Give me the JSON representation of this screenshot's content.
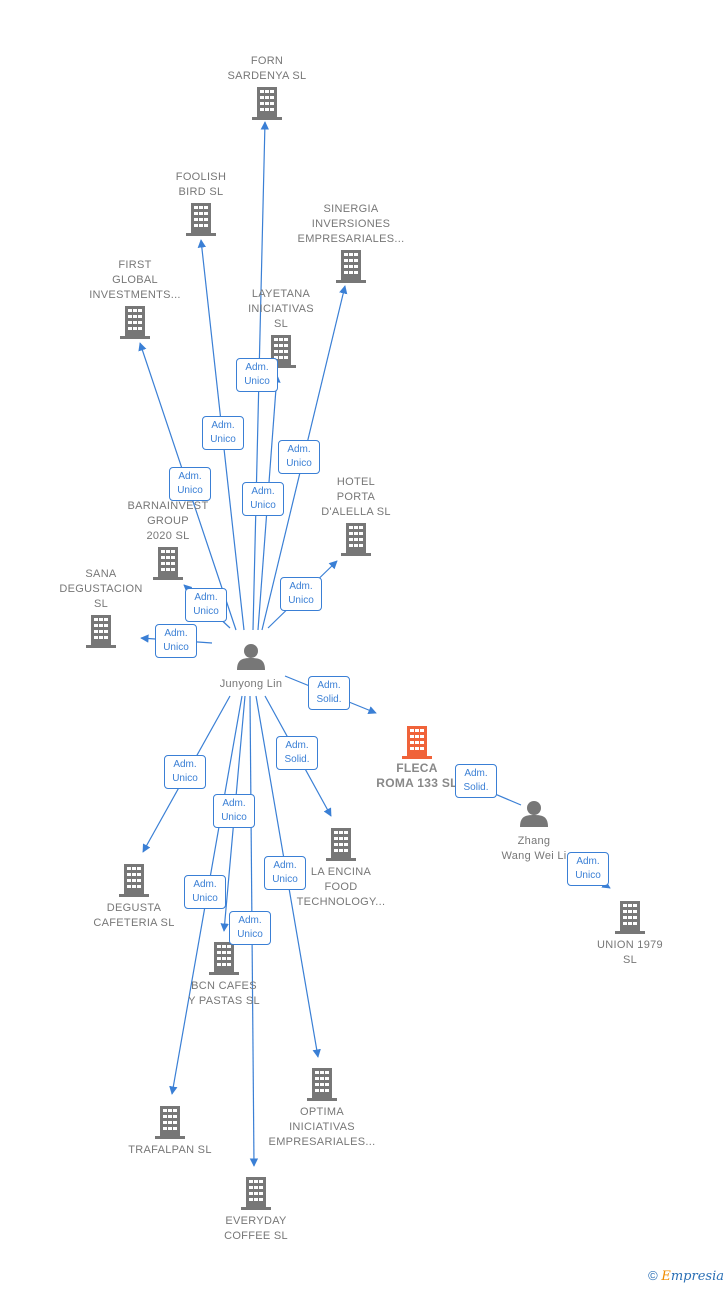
{
  "colors": {
    "edge": "#3a7fd5",
    "company": "#777777",
    "focus_company": "#f0633a",
    "person": "#777777"
  },
  "nodes": [
    {
      "id": "forn",
      "type": "company",
      "lines": [
        "FORN",
        "SARDENYA  SL"
      ]
    },
    {
      "id": "foolish",
      "type": "company",
      "lines": [
        "FOOLISH",
        "BIRD  SL"
      ]
    },
    {
      "id": "sinergia",
      "type": "company",
      "lines": [
        "SINERGIA",
        "INVERSIONES",
        "EMPRESARIALES..."
      ]
    },
    {
      "id": "first",
      "type": "company",
      "lines": [
        "FIRST",
        "GLOBAL",
        "INVESTMENTS..."
      ]
    },
    {
      "id": "layetana",
      "type": "company",
      "lines": [
        "LAYETANA",
        "INICIATIVAS",
        "SL"
      ]
    },
    {
      "id": "hotel",
      "type": "company",
      "lines": [
        "HOTEL",
        "PORTA",
        "D'ALELLA  SL"
      ]
    },
    {
      "id": "barna",
      "type": "company",
      "lines": [
        "BARNAINVEST",
        "GROUP",
        "2020  SL"
      ]
    },
    {
      "id": "sana",
      "type": "company",
      "lines": [
        "SANA",
        "DEGUSTACION",
        "SL"
      ]
    },
    {
      "id": "junyong",
      "type": "person",
      "lines": [
        "Junyong Lin"
      ]
    },
    {
      "id": "fleca",
      "type": "focus",
      "lines": [
        "FLECA",
        "ROMA 133  SL"
      ]
    },
    {
      "id": "zhang",
      "type": "person",
      "lines": [
        "Zhang",
        "Wang Wei Li"
      ]
    },
    {
      "id": "union",
      "type": "company",
      "lines": [
        "UNION 1979",
        "SL"
      ]
    },
    {
      "id": "degusta",
      "type": "company",
      "lines": [
        "DEGUSTA",
        "CAFETERIA SL"
      ]
    },
    {
      "id": "encina",
      "type": "company",
      "lines": [
        "LA ENCINA",
        "FOOD",
        "TECHNOLOGY..."
      ]
    },
    {
      "id": "bcn",
      "type": "company",
      "lines": [
        "BCN CAFES",
        "Y PASTAS  SL"
      ]
    },
    {
      "id": "trafalpan",
      "type": "company",
      "lines": [
        "TRAFALPAN  SL"
      ]
    },
    {
      "id": "optima",
      "type": "company",
      "lines": [
        "OPTIMA",
        "INICIATIVAS",
        "EMPRESARIALES..."
      ]
    },
    {
      "id": "everyday",
      "type": "company",
      "lines": [
        "EVERYDAY",
        "COFFEE  SL"
      ]
    }
  ],
  "edges": [
    {
      "from": "junyong",
      "to": "forn",
      "label": [
        "Adm.",
        "Unico"
      ]
    },
    {
      "from": "junyong",
      "to": "foolish",
      "label": [
        "Adm.",
        "Unico"
      ]
    },
    {
      "from": "junyong",
      "to": "sinergia",
      "label": [
        "Adm.",
        "Unico"
      ]
    },
    {
      "from": "junyong",
      "to": "first",
      "label": [
        "Adm.",
        "Unico"
      ]
    },
    {
      "from": "junyong",
      "to": "layetana",
      "label": [
        "Adm.",
        "Unico"
      ]
    },
    {
      "from": "junyong",
      "to": "hotel",
      "label": [
        "Adm.",
        "Unico"
      ]
    },
    {
      "from": "junyong",
      "to": "barna",
      "label": [
        "Adm.",
        "Unico"
      ]
    },
    {
      "from": "junyong",
      "to": "sana",
      "label": [
        "Adm.",
        "Unico"
      ]
    },
    {
      "from": "junyong",
      "to": "fleca",
      "label": [
        "Adm.",
        "Solid."
      ]
    },
    {
      "from": "zhang",
      "to": "fleca",
      "label": [
        "Adm.",
        "Solid."
      ]
    },
    {
      "from": "zhang",
      "to": "union",
      "label": [
        "Adm.",
        "Unico"
      ]
    },
    {
      "from": "junyong",
      "to": "degusta",
      "label": [
        "Adm.",
        "Unico"
      ]
    },
    {
      "from": "junyong",
      "to": "encina",
      "label": [
        "Adm.",
        "Solid."
      ]
    },
    {
      "from": "junyong",
      "to": "bcn",
      "label": [
        "Adm.",
        "Unico"
      ]
    },
    {
      "from": "junyong",
      "to": "trafalpan",
      "label": [
        "Adm.",
        "Unico"
      ]
    },
    {
      "from": "junyong",
      "to": "optima",
      "label": [
        "Adm.",
        "Unico"
      ]
    },
    {
      "from": "junyong",
      "to": "everyday",
      "label": [
        "Adm.",
        "Unico"
      ]
    }
  ],
  "footer": {
    "copyright": "©",
    "brand_first": "E",
    "brand_rest": "mpresia"
  }
}
